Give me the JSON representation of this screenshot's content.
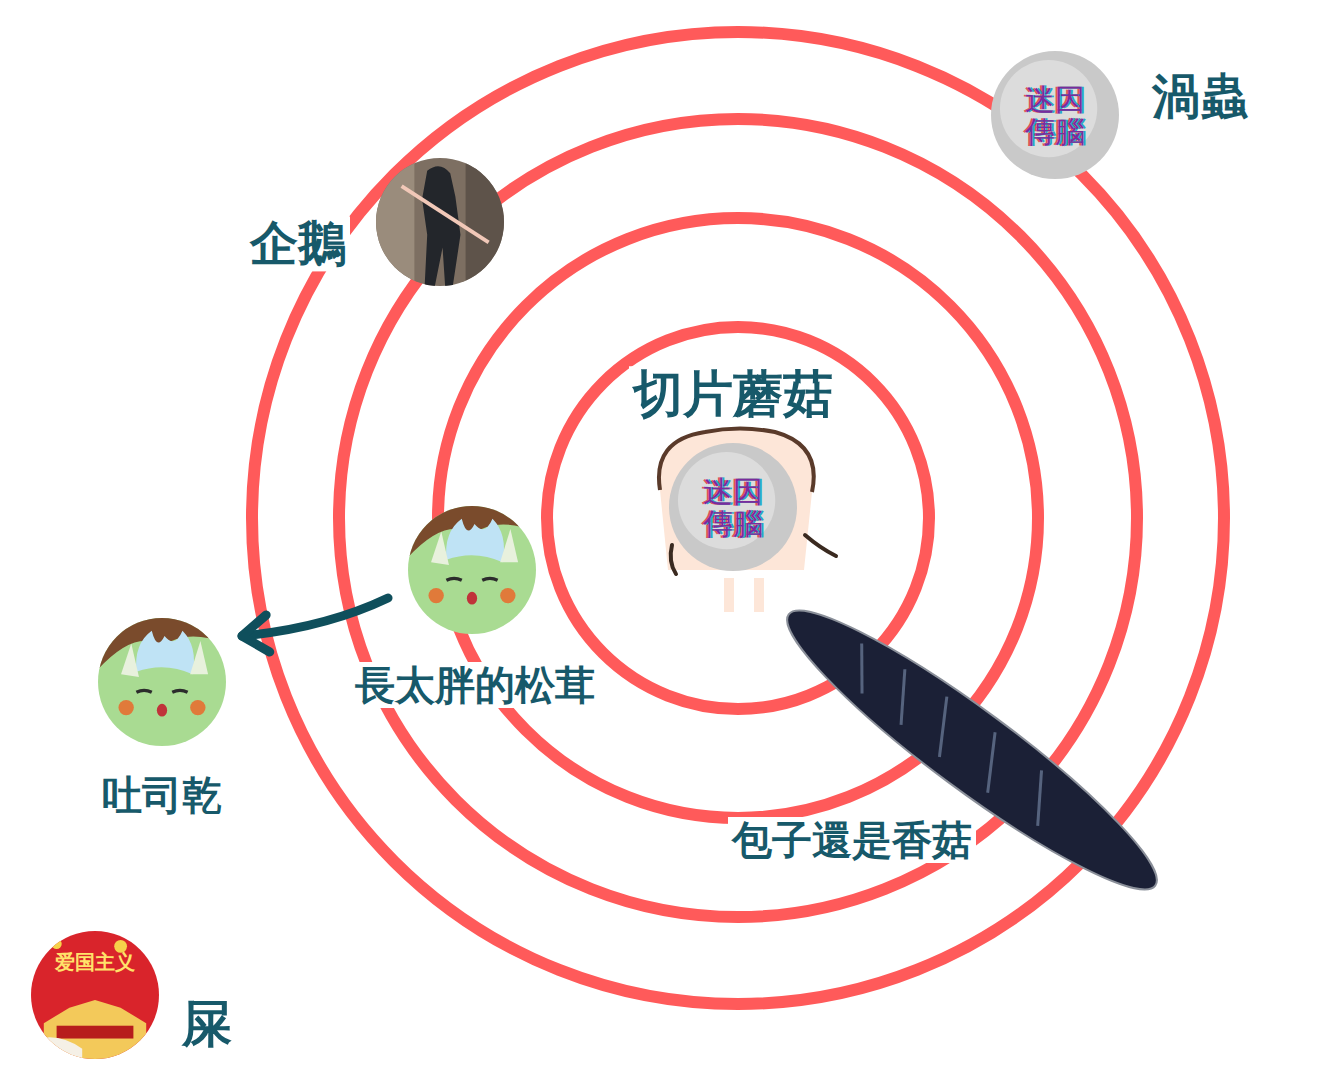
{
  "diagram": {
    "nodes": [
      {
        "text": [
          "切片蘑菇"
        ]
      },
      {
        "text": [
          "渦蟲"
        ]
      },
      {
        "text": [
          "企鵝"
        ]
      },
      {
        "text": [
          "長太胖的松茸"
        ]
      },
      {
        "text": [
          "吐司乾"
        ]
      },
      {
        "text": [
          "包子還是香菇"
        ]
      },
      {
        "text": [
          "屎"
        ]
      }
    ],
    "edges": [
      {
        "from": 3,
        "to": 4,
        "arrow": "to"
      }
    ],
    "labels": [
      "迷因傳腦",
      "迷因傳腦",
      "爱国主义"
    ]
  }
}
